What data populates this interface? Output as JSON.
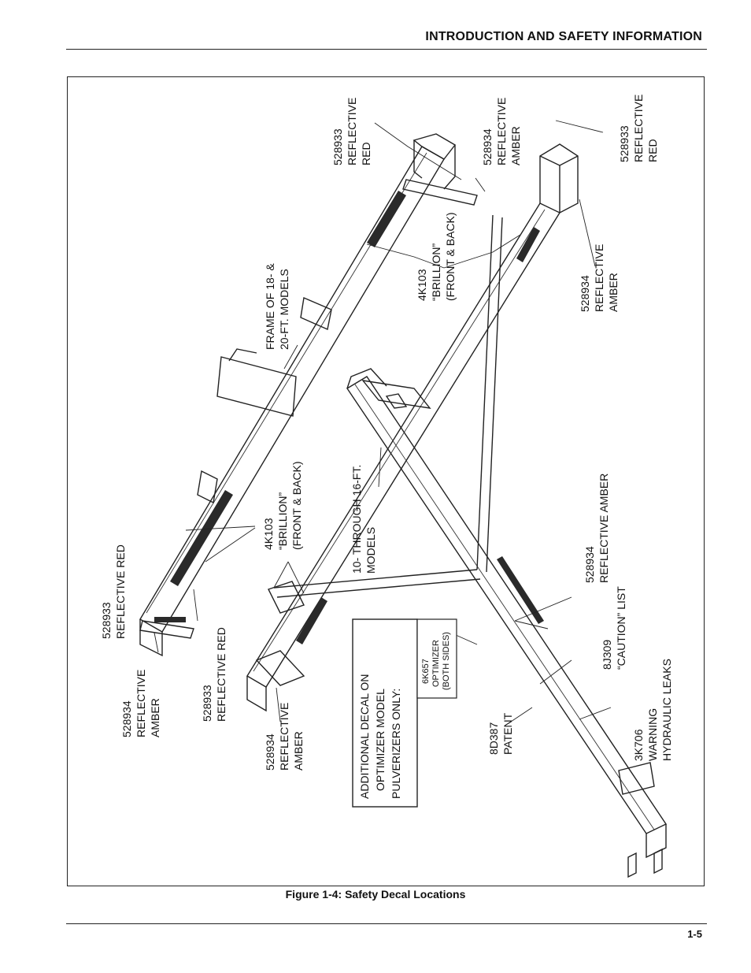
{
  "header": {
    "title": "INTRODUCTION AND SAFETY INFORMATION"
  },
  "figure": {
    "caption": "Figure 1-4:  Safety Decal Locations",
    "labels": {
      "top_red_1": [
        "528933",
        "REFLECTIVE",
        "RED"
      ],
      "top_amber": [
        "528934",
        "REFLECTIVE",
        "AMBER"
      ],
      "top_red_2": [
        "528933",
        "REFLECTIVE",
        "RED"
      ],
      "brillion_upper": [
        "4K103",
        "“BRILLION”",
        "(FRONT & BACK)"
      ],
      "frame_18_20": [
        "FRAME OF 18- &",
        "20-FT. MODELS"
      ],
      "amber_right": [
        "528934",
        "REFLECTIVE",
        "AMBER"
      ],
      "models_10_16": [
        "10- THROUGH 16-FT.",
        "MODELS"
      ],
      "brillion_lower": [
        "4K103",
        "“BRILLION”",
        "(FRONT & BACK)"
      ],
      "left_red": [
        "528933",
        "REFLECTIVE RED"
      ],
      "left_amber": [
        "528934",
        "REFLECTIVE",
        "AMBER"
      ],
      "mid_red": [
        "528933",
        "REFLECTIVE RED"
      ],
      "low_amber": [
        "528934",
        "REFLECTIVE",
        "AMBER"
      ],
      "tongue_amber": [
        "528934",
        "REFLECTIVE AMBER"
      ],
      "caution": [
        "8J309",
        "“CAUTION” LIST"
      ],
      "warning": [
        "3K706",
        "WARNING",
        "HYDRAULIC LEAKS"
      ],
      "patent": [
        "8D387",
        "PATENT"
      ]
    },
    "optimizer_box": {
      "title_lines": [
        "ADDITIONAL DECAL ON",
        "OPTIMIZER MODEL",
        "PULVERIZERS ONLY:"
      ],
      "decal_lines": [
        "6K657",
        "OPTIMIZER",
        "(BOTH  SIDES)"
      ]
    }
  },
  "footer": {
    "page_number": "1-5"
  }
}
